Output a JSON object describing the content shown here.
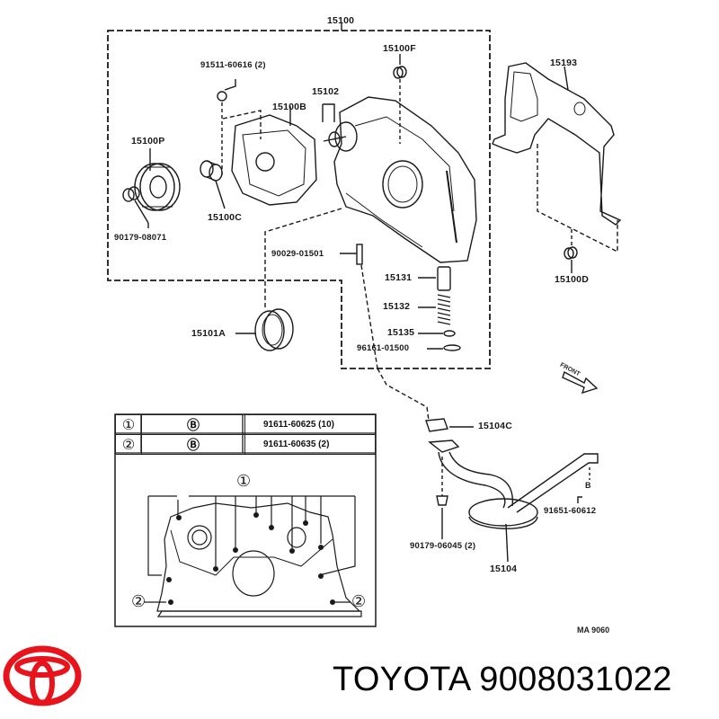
{
  "diagram": {
    "assembly_label": "15100",
    "drawing_ref": "MA 9060",
    "front_indicator": "FRONT",
    "callouts": {
      "c_91511": "91511-60616 (2)",
      "c_15100F": "15100F",
      "c_15102": "15102",
      "c_15100B": "15100B",
      "c_15100P": "15100P",
      "c_15100C": "15100C",
      "c_90179_08071": "90179-08071",
      "c_90029": "90029-01501",
      "c_15131": "15131",
      "c_15132": "15132",
      "c_15135": "15135",
      "c_96161": "96161-01500",
      "c_15101A": "15101A",
      "c_15193": "15193",
      "c_15100D": "15100D",
      "c_15104C": "15104C",
      "c_91651": "91651-60612",
      "c_90179_06045": "90179-06045 (2)",
      "c_15104": "15104"
    },
    "bolt_symbol": "B",
    "legend_table": {
      "rows": [
        {
          "marker": "①",
          "bolt": "Ⓑ",
          "part": "91611-60625 (10)"
        },
        {
          "marker": "②",
          "bolt": "Ⓑ",
          "part": "91611-60635 (2)"
        }
      ]
    },
    "detail_markers": {
      "one": "①",
      "two_left": "②",
      "two_right": "②"
    }
  },
  "footer": {
    "brand_text": "TOYOTA 9008031022",
    "logo_color": "#e8141c"
  }
}
